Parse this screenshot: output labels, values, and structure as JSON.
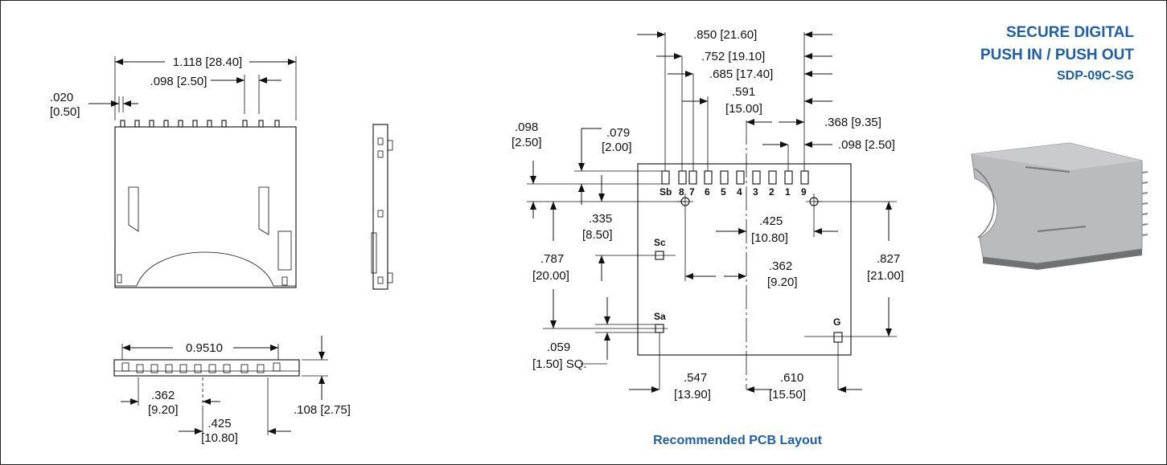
{
  "title": {
    "line1": "SECURE DIGITAL",
    "line2": "PUSH IN / PUSH OUT",
    "part_number": "SDP-09C-SG"
  },
  "caption": "Recommended PCB Layout",
  "colors": {
    "accent": "#1f5fa8",
    "line": "#111111",
    "product_body": "#b9bbbd"
  },
  "top_view_dims": {
    "overall_width": "1.118 [28.40]",
    "pitch": ".098 [2.50]",
    "pin_width_in": ".020",
    "pin_width_mm": "[0.50]"
  },
  "front_view_dims": {
    "width": "0.9510",
    "offset_a_in": ".362",
    "offset_a_mm": "[9.20]",
    "offset_b_in": ".425",
    "offset_b_mm": "[10.80]",
    "height": ".108 [2.75]"
  },
  "pcb_dims": {
    "d850": ".850 [21.60]",
    "d752": ".752 [19.10]",
    "d685": ".685 [17.40]",
    "d591_in": ".591",
    "d591_mm": "[15.00]",
    "d368": ".368 [9.35]",
    "d098r": ".098 [2.50]",
    "d079_in": ".079",
    "d079_mm": "[2.00]",
    "d098l_in": ".098",
    "d098l_mm": "[2.50]",
    "d335_in": ".335",
    "d335_mm": "[8.50]",
    "d787_in": ".787",
    "d787_mm": "[20.00]",
    "d425_in": ".425",
    "d425_mm": "[10.80]",
    "d362_in": ".362",
    "d362_mm": "[9.20]",
    "d827_in": ".827",
    "d827_mm": "[21.00]",
    "d059_in": ".059",
    "d059_mm": "[1.50] SQ.",
    "d547_in": ".547",
    "d547_mm": "[13.90]",
    "d610_in": ".610",
    "d610_mm": "[15.50]"
  },
  "pin_labels": [
    "Sb",
    "8",
    "7",
    "6",
    "5",
    "4",
    "3",
    "2",
    "1",
    "9"
  ],
  "pad_labels": {
    "sc": "Sc",
    "sa": "Sa",
    "g": "G"
  }
}
